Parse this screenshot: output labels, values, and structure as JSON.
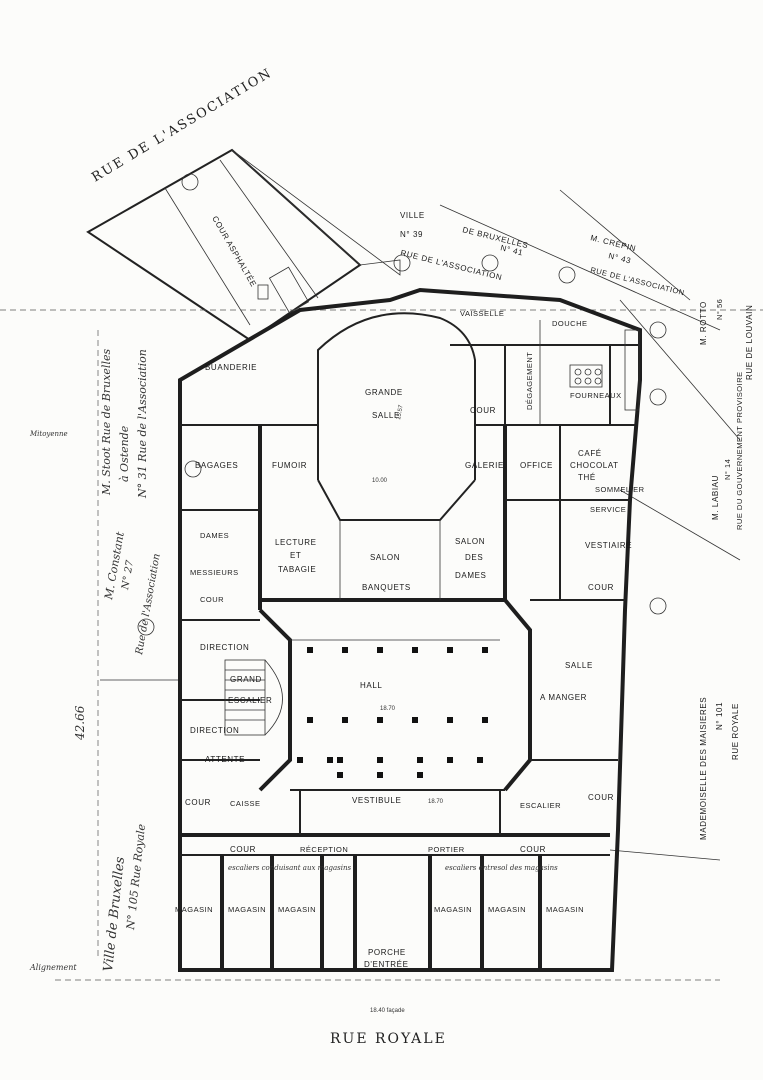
{
  "streets": {
    "top": "RUE DE L'ASSOCIATION",
    "bottom": "RUE ROYALE",
    "left_top": "M. Stoot Rue de Bruxelles",
    "left_top2": "à Ostende",
    "left_top3": "N° 31 Rue de l'Association",
    "left_mid": "M. Constant",
    "left_mid2": "N° 27",
    "left_mid3": "Rue de l'Association",
    "left_bottom": "Ville de Bruxelles",
    "left_bottom2": "N° 105 Rue Royale",
    "right_top": "RUE DE LOUVAIN",
    "right_mid": "M. LABIAU",
    "right_mid2": "N° 14",
    "right_mid3": "RUE DU GOUVERNEMENT PROVISOIRE",
    "right_bottom": "MADEMOISELLE DES MAISIERES",
    "right_bottom2": "N° 101",
    "right_bottom3": "RUE ROYALE",
    "right_far": "M. ROTTO",
    "right_far2": "N° 56"
  },
  "neighbours": {
    "ville": "VILLE",
    "de_bruxelles": "DE BRUXELLES",
    "n39": "N° 39",
    "n41": "N° 41",
    "rue_assoc": "RUE DE L'ASSOCIATION",
    "crepin": "M. CRÉPIN",
    "n43": "N° 43",
    "rue_assoc2": "RUE DE L'ASSOCIATION"
  },
  "rooms": {
    "grande_salle": "GRANDE",
    "grande_salle2": "SALLE",
    "hall": "HALL",
    "salle": "SALLE",
    "a_manger": "A MANGER",
    "salon_banquets": "SALON",
    "banquets": "BANQUETS",
    "salon_dames": "SALON",
    "des": "DES",
    "dames": "DAMES",
    "lecture": "LECTURE",
    "et": "ET",
    "tabagie": "TABAGIE",
    "fumoir": "FUMOIR",
    "galerie": "GALERIE",
    "office": "OFFICE",
    "cafe": "CAFÉ",
    "chocolat": "CHOCOLAT",
    "the": "THÉ",
    "sommelier": "SOMMELIER",
    "service": "SERVICE",
    "vestiaire": "VESTIAIRE",
    "bagages": "BAGAGES",
    "buanderie": "BUANDERIE",
    "cour_asphalt": "COUR ASPHALTÉE",
    "direction": "DIRECTION",
    "direction2": "DIRECTION",
    "grand": "GRAND",
    "escalier": "ESCALIER",
    "attente": "ATTENTE",
    "caisse": "CAISSE",
    "vestibule": "VESTIBULE",
    "portier": "PORTIER",
    "reception": "RÉCEPTION",
    "porche": "PORCHE",
    "dentree": "D'ENTRÉE",
    "magasin": "MAGASIN",
    "degagement": "DÉGAGEMENT",
    "fourneaux": "FOURNEAUX",
    "douche": "DOUCHE",
    "vaisselle": "VAISSELLE",
    "cour": "COUR",
    "escalier2": "ESCALIER",
    "dames_wc": "DAMES",
    "messieurs": "MESSIEURS"
  },
  "dims": {
    "hall_w": "18.70",
    "vest_w": "18.70",
    "salle_w": "10.00",
    "facade": "18.40 façade",
    "height": "42.66",
    "grande_w": "15.57"
  },
  "notes": {
    "alignement": "Alignement",
    "mitoyenne": "Mitoyenne",
    "escaliers_mag": "escaliers conduisant aux magasins",
    "escaliers_mag2": "escaliers entresol des magasins"
  }
}
